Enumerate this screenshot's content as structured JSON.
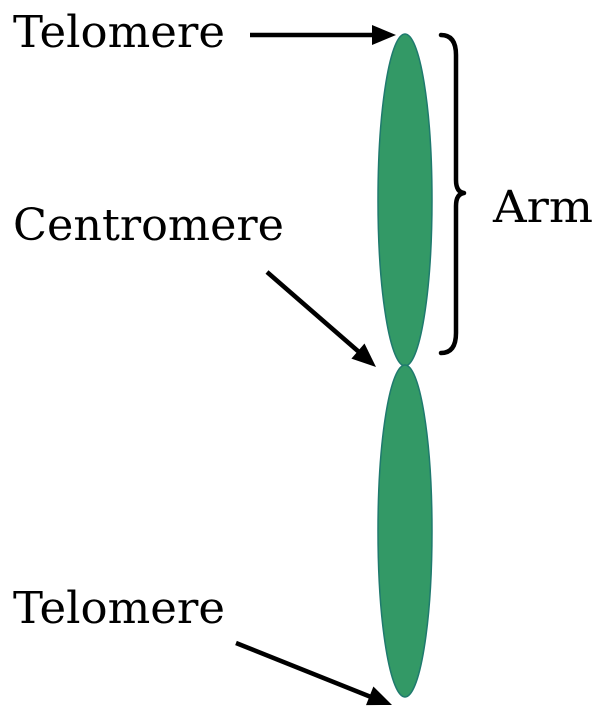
{
  "labels": {
    "telomere_top": "Telomere",
    "centromere": "Centromere",
    "arm": "Arm",
    "telomere_bottom": "Telomere"
  },
  "colors": {
    "chromatid_fill": "#339966",
    "chromatid_outline": "#1f7a6e",
    "ink": "#000000"
  }
}
